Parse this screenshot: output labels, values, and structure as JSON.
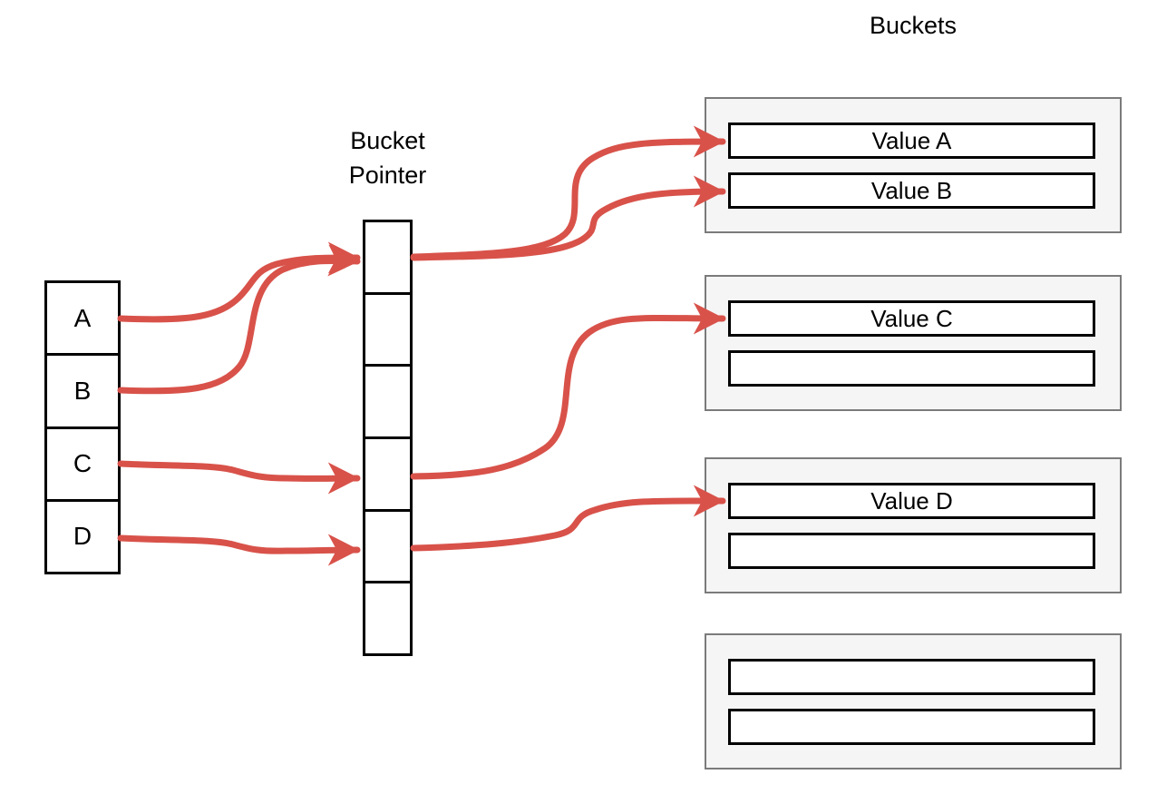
{
  "diagram": {
    "buckets_title": "Buckets",
    "pointer_label_line1": "Bucket",
    "pointer_label_line2": "Pointer",
    "keys": [
      "A",
      "B",
      "C",
      "D"
    ],
    "pointer_cell_count": 6,
    "buckets": [
      {
        "rows": [
          {
            "label": "Value A"
          },
          {
            "label": "Value B"
          }
        ]
      },
      {
        "rows": [
          {
            "label": "Value C"
          },
          {
            "label": ""
          }
        ]
      },
      {
        "rows": [
          {
            "label": "Value D"
          },
          {
            "label": ""
          }
        ]
      },
      {
        "rows": [
          {
            "label": ""
          },
          {
            "label": ""
          }
        ]
      }
    ],
    "edges": [
      {
        "from": "key-A",
        "to": "pointer-cell-1"
      },
      {
        "from": "key-B",
        "to": "pointer-cell-1"
      },
      {
        "from": "key-C",
        "to": "pointer-cell-4"
      },
      {
        "from": "key-D",
        "to": "pointer-cell-5"
      },
      {
        "from": "pointer-cell-1",
        "to": "bucket-1-row-1"
      },
      {
        "from": "pointer-cell-1",
        "to": "bucket-1-row-2"
      },
      {
        "from": "pointer-cell-4",
        "to": "bucket-2-row-1"
      },
      {
        "from": "pointer-cell-5",
        "to": "bucket-3-row-1"
      }
    ],
    "colors": {
      "arrow": "#d8524a",
      "bucket_fill": "#f5f5f5",
      "bucket_border": "#7b7b7b",
      "cell_border": "#000000",
      "background": "#ffffff",
      "text": "#000000"
    }
  }
}
